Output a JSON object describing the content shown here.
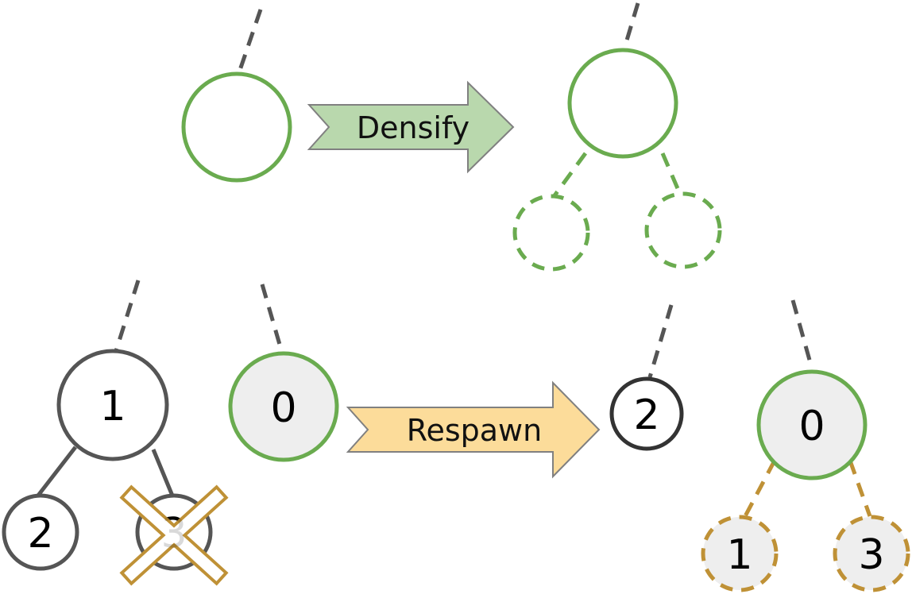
{
  "colors": {
    "green": "#6aab4f",
    "gray": "#555555",
    "gold": "#bf9136",
    "fill_gray": "#eeeeee",
    "densify_fill": "#b9d8ad",
    "respawn_fill": "#fcdc9a"
  },
  "densify": {
    "label": "Densify"
  },
  "respawn": {
    "label": "Respawn"
  },
  "before_tree": {
    "root_label": "1",
    "left_child_label": "2",
    "right_child_label": "3",
    "removed_mark": "x-mark-icon"
  },
  "before_single": {
    "label": "0"
  },
  "after_single": {
    "label": "2"
  },
  "after_tree": {
    "root_label": "0",
    "left_child_label": "1",
    "right_child_label": "3"
  }
}
